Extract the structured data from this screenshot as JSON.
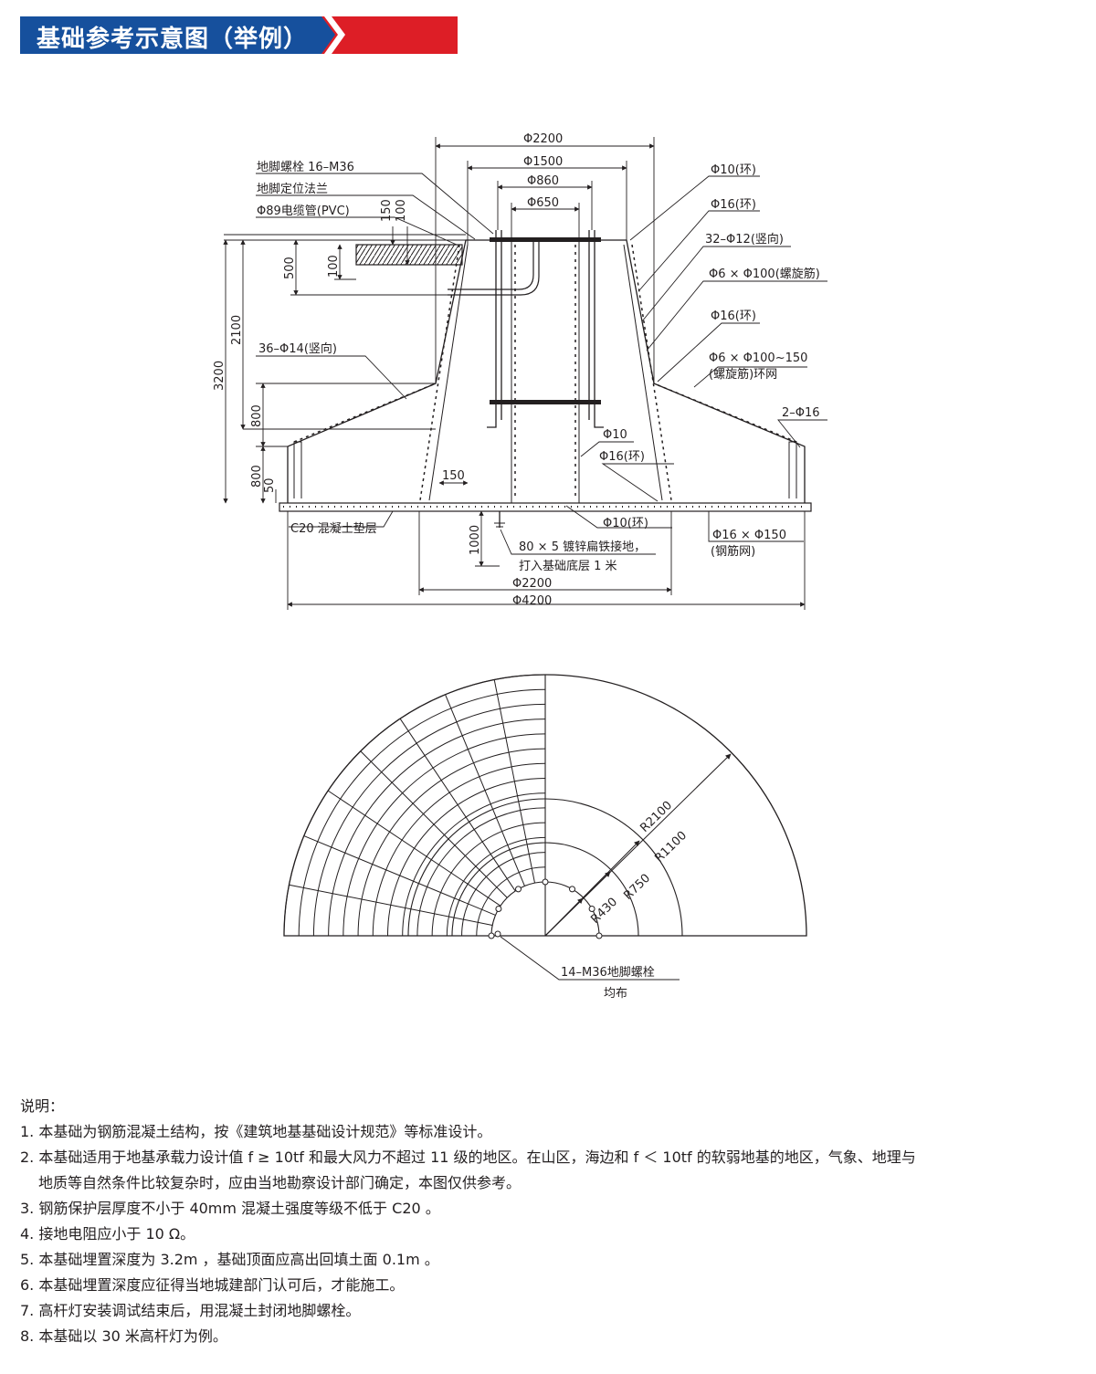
{
  "header": {
    "title": "基础参考示意图（举例）",
    "accent_color": "#dd1e26",
    "bar_color": "#16509d"
  },
  "section_view": {
    "callouts": {
      "anchor_bolt": "地脚螺栓 16–M36",
      "anchor_flange": "地脚定位法兰",
      "cable_pipe": "Φ89电缆管(PVC)",
      "vertical_bars_36": "36–Φ14(竖向)",
      "cushion": "C20 混凝土垫层",
      "ground_strip_1": "80 × 5 镀锌扁铁接地，",
      "ground_strip_2": "打入基础底层 1 米",
      "ring_10_top": "Φ10(环)",
      "ring_16_top": "Φ16(环)",
      "vertical_bars_32": "32–Φ12(竖向)",
      "spiral_1": "Φ6 × Φ100(螺旋筋)",
      "ring_16_mid": "Φ16(环)",
      "spiral_2a": "Φ6 × Φ100~150",
      "spiral_2b": "(螺旋筋)环网",
      "bars_2": "2–Φ16",
      "phi10": "Φ10",
      "ring_16_low": "Φ16(环)",
      "ring_10_bottom": "Φ10(环)",
      "mesh_a": "Φ16 × Φ150",
      "mesh_b": "(钢筋网)"
    },
    "dimensions": {
      "d2200_top": "Φ2200",
      "d1500": "Φ1500",
      "d860": "Φ860",
      "d650": "Φ650",
      "d2200_bottom": "Φ2200",
      "d4200": "Φ4200",
      "h3200": "3200",
      "h2100": "2100",
      "h800_upper": "800",
      "h800_lower": "800",
      "h500": "500",
      "h100_a": "100",
      "h150_a": "150",
      "h100_b": "100",
      "h50": "50",
      "h1000": "1000",
      "w150": "150"
    }
  },
  "plan_view": {
    "radii": {
      "r2100": "R2100",
      "r1100": "R1100",
      "r750": "R750",
      "r430": "R430"
    },
    "bolt_label": "14–M36地脚螺栓",
    "bolt_label_2": "均布"
  },
  "notes": {
    "heading": "说明：",
    "items": [
      "1. 本基础为钢筋混凝土结构，按《建筑地基基础设计规范》等标准设计。",
      "2. 本基础适用于地基承载力设计值 f ≥ 10tf 和最大风力不超过 11 级的地区。在山区，海边和 f ＜ 10tf 的软弱地基的地区，气象、地理与",
      "地质等自然条件比较复杂时，应由当地勘察设计部门确定，本图仅供参考。",
      "3. 钢筋保护层厚度不小于 40mm 混凝土强度等级不低于 C20 。",
      "4. 接地电阻应小于 10 Ω。",
      "5. 本基础埋置深度为 3.2m ，基础顶面应高出回填土面 0.1m 。",
      "6. 本基础埋置深度应征得当地城建部门认可后，才能施工。",
      "7. 高杆灯安装调试结束后，用混凝土封闭地脚螺栓。",
      "8. 本基础以 30 米高杆灯为例。"
    ]
  }
}
